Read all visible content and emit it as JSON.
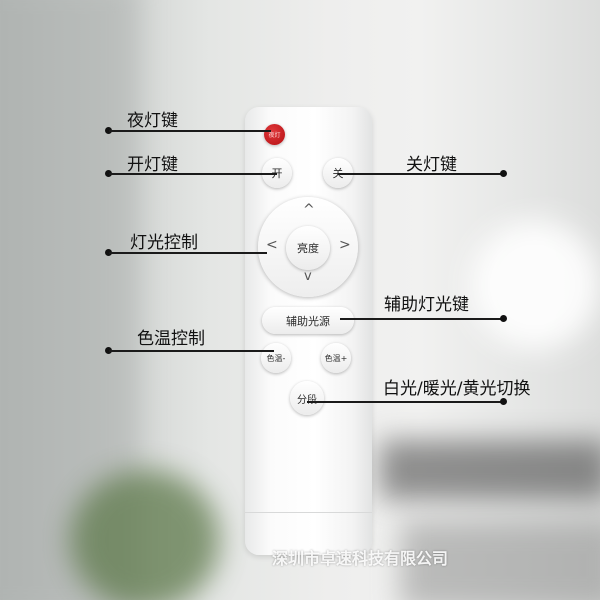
{
  "labels": {
    "night_light": "夜灯键",
    "on_light": "开灯键",
    "off_light": "关灯键",
    "light_control": "灯光控制",
    "aux_light": "辅助灯光键",
    "color_temp_control": "色温控制",
    "switch_modes": "白光/暖光/黄光切换"
  },
  "buttons": {
    "night": "夜灯",
    "on": "开",
    "off": "关",
    "brightness": "亮度",
    "aux_source": "辅助光源",
    "temp_down": "色温-",
    "temp_up": "色温+",
    "segment": "分段"
  },
  "arrows": {
    "up": "^",
    "down": "v",
    "left": "<",
    "right": ">"
  },
  "watermark": "深圳市卓速科技有限公司",
  "colors": {
    "night_button": "#c8171b",
    "callout_line": "#1a1a1a"
  }
}
